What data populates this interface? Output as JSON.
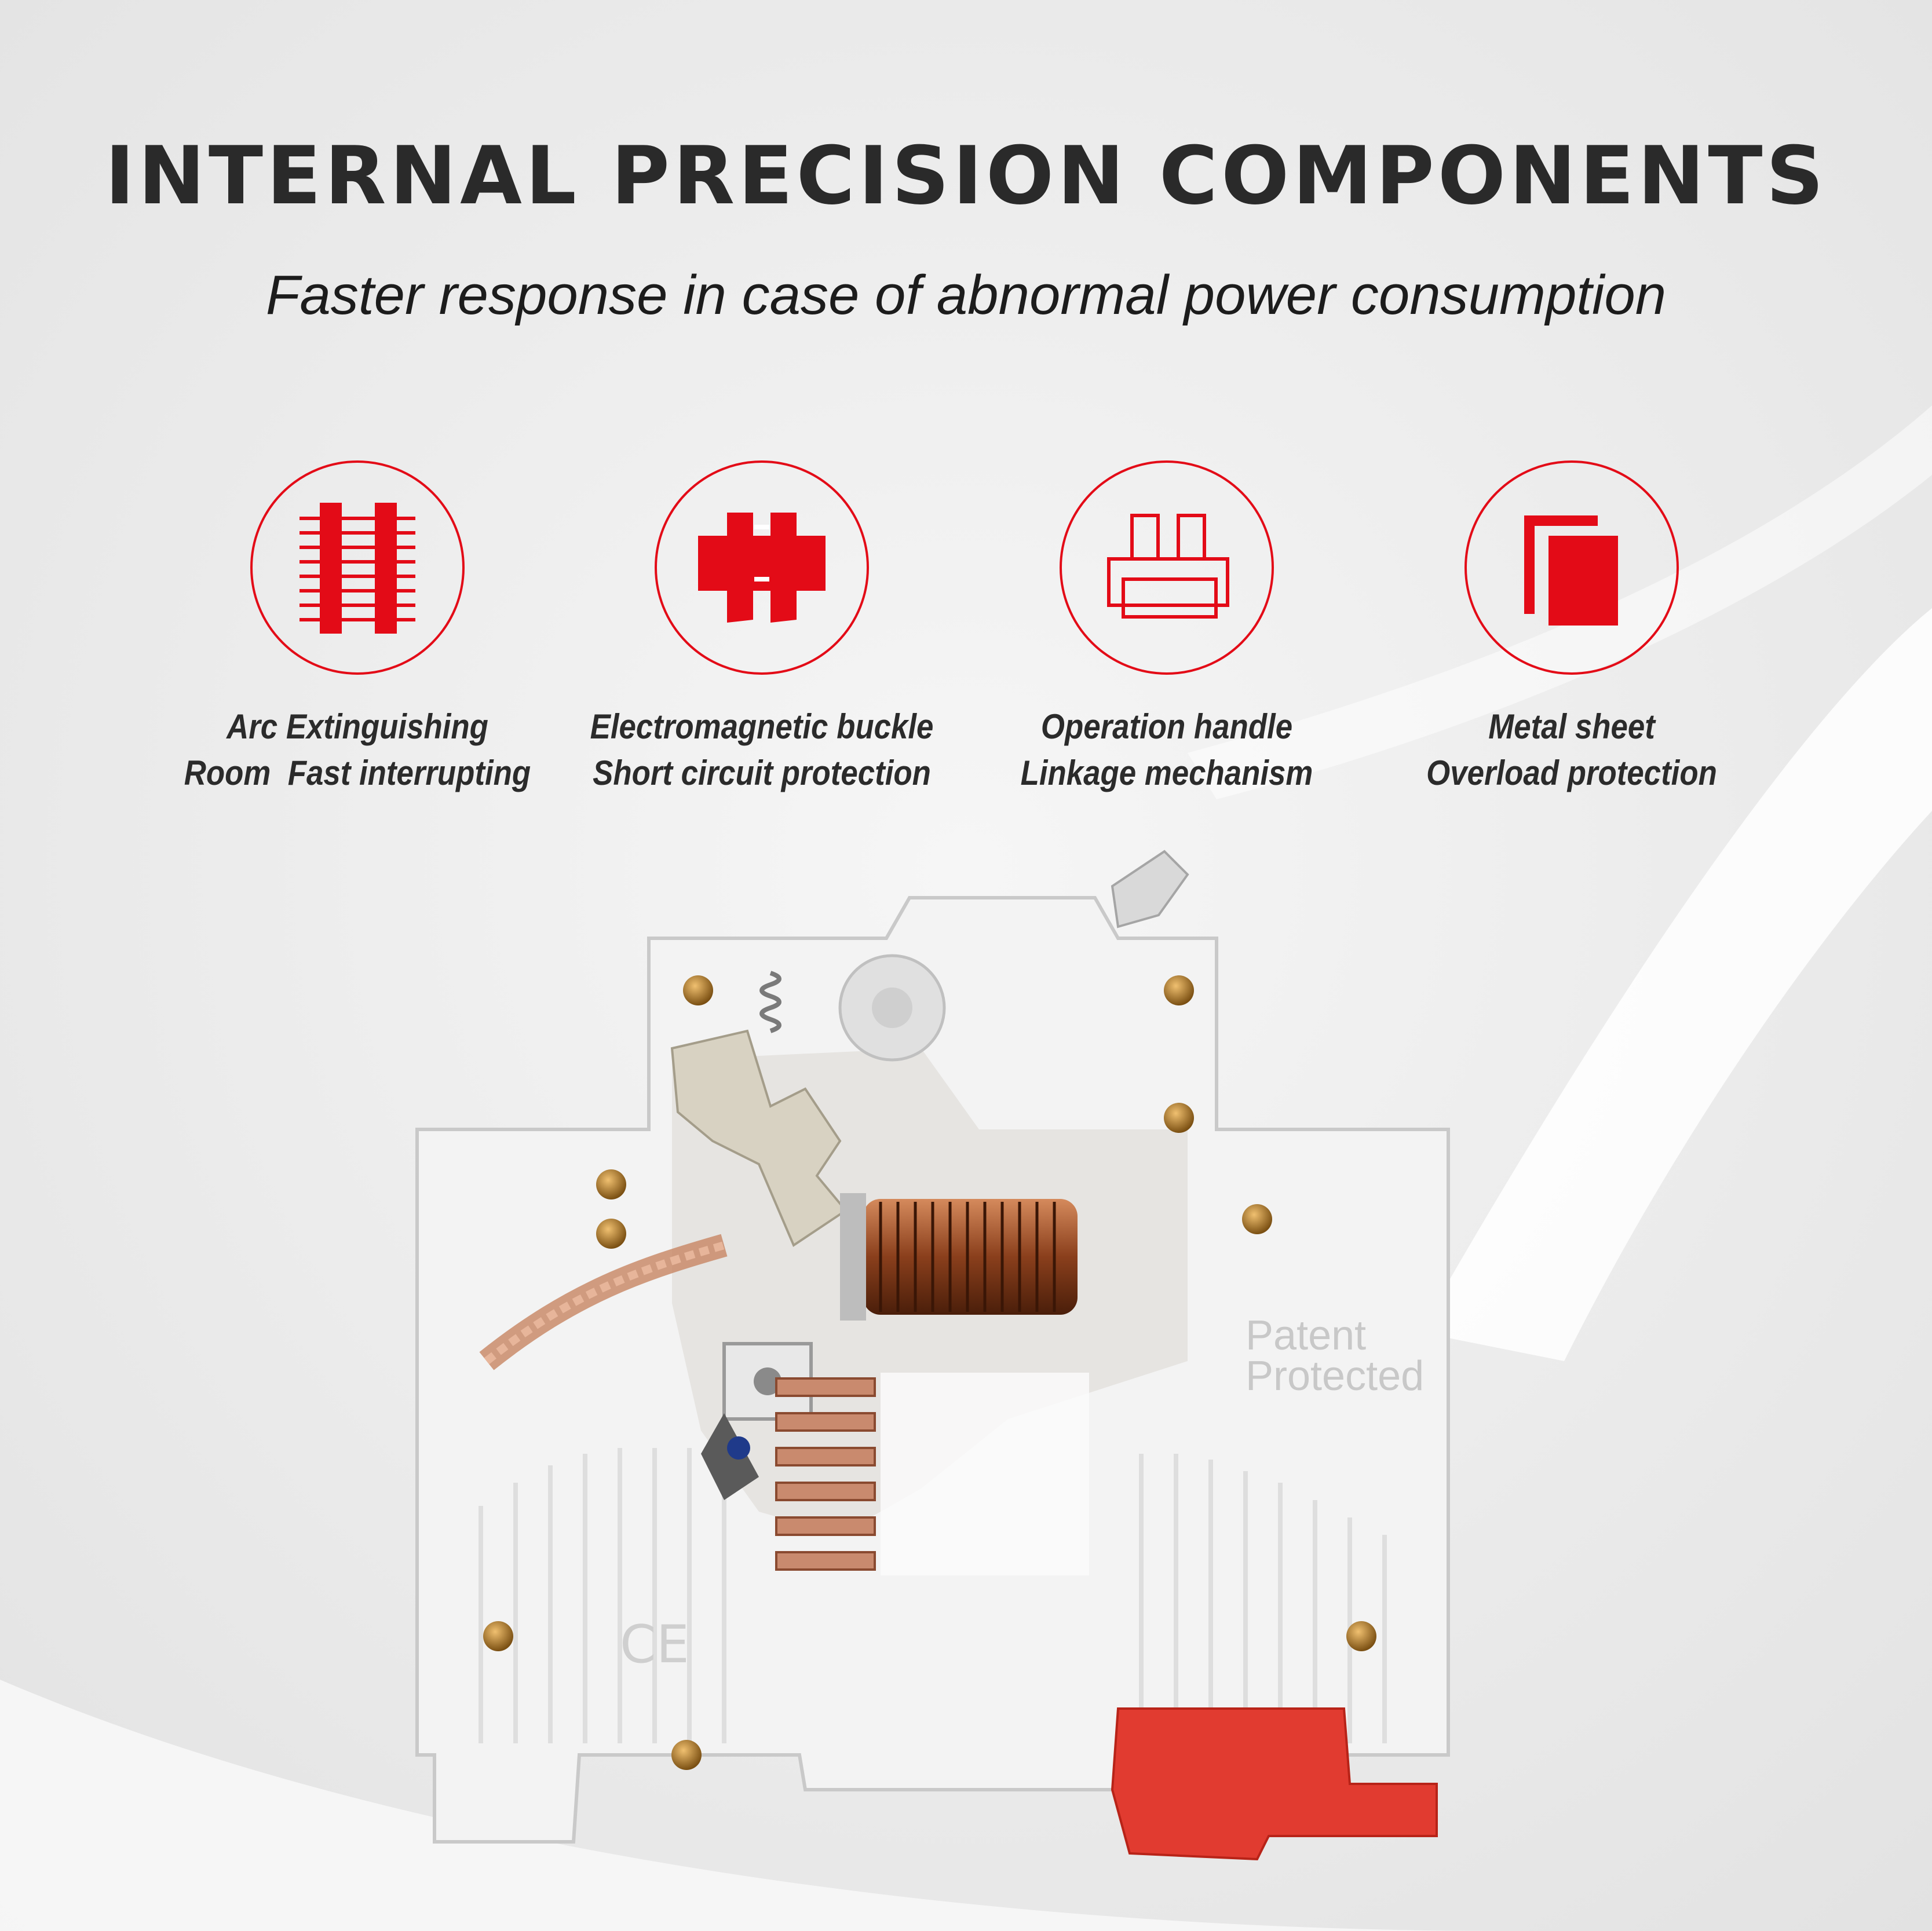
{
  "header": {
    "title": "INTERNAL PRECISION COMPONENTS",
    "subtitle": "Faster response in case of abnormal power consumption"
  },
  "colors": {
    "accent": "#e30b17",
    "text": "#2a2a2a",
    "background": "#ececec"
  },
  "features": [
    {
      "icon": "arc-chute-icon",
      "line1": "Arc Extinguishing",
      "line2": "Room  Fast interrupting"
    },
    {
      "icon": "electromagnetic-buckle-icon",
      "line1": "Electromagnetic buckle",
      "line2": "Short circuit protection"
    },
    {
      "icon": "operation-handle-icon",
      "line1": "Operation handle",
      "line2": "Linkage mechanism"
    },
    {
      "icon": "metal-sheet-icon",
      "line1": "Metal sheet",
      "line2": "Overload protection"
    }
  ],
  "product": {
    "watermark_line1": "Patent",
    "watermark_line2": "Protected",
    "ce_mark": "CE"
  }
}
